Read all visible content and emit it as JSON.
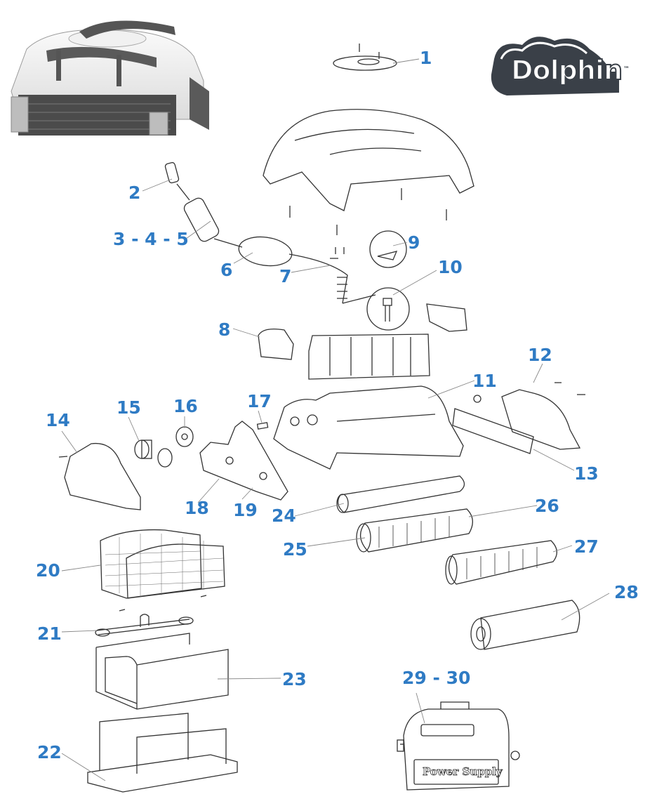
{
  "brand": {
    "logo_text": "Dolphin",
    "trademark": "™",
    "logo_color": "#3a4048"
  },
  "colors": {
    "callout": "#2f7bc4",
    "line": "#333333",
    "leader": "#888888"
  },
  "product_photo": {
    "name": "robotic-pool-cleaner-photo"
  },
  "parts": [
    {
      "label": "1",
      "part": "top-cover-vent"
    },
    {
      "label": "2",
      "part": "swivel-connector"
    },
    {
      "label": "3 - 4 - 5",
      "part": "cable-swivel"
    },
    {
      "label": "6",
      "part": "cable-float"
    },
    {
      "label": "7",
      "part": "cable"
    },
    {
      "label": "8",
      "part": "impeller-cover"
    },
    {
      "label": "9",
      "part": "cable-clamp-detail"
    },
    {
      "label": "10",
      "part": "cable-connector-detail"
    },
    {
      "label": "11",
      "part": "chassis-motor-unit"
    },
    {
      "label": "12",
      "part": "right-side-plate"
    },
    {
      "label": "13",
      "part": "right-track"
    },
    {
      "label": "14",
      "part": "left-side-plate"
    },
    {
      "label": "15",
      "part": "bearing"
    },
    {
      "label": "16",
      "part": "drive-pulley"
    },
    {
      "label": "17",
      "part": "pin"
    },
    {
      "label": "18",
      "part": "left-track"
    },
    {
      "label": "19",
      "part": "track-insert"
    },
    {
      "label": "20",
      "part": "filter-basket"
    },
    {
      "label": "21",
      "part": "basket-handle"
    },
    {
      "label": "22",
      "part": "basket-bottom"
    },
    {
      "label": "23",
      "part": "basket-frame"
    },
    {
      "label": "24",
      "part": "roller"
    },
    {
      "label": "25",
      "part": "brush-ring"
    },
    {
      "label": "26",
      "part": "combined-brush"
    },
    {
      "label": "27",
      "part": "pvc-brush"
    },
    {
      "label": "28",
      "part": "foam-brush"
    },
    {
      "label": "29 - 30",
      "part": "power-supply"
    }
  ],
  "power_supply": {
    "label_text": "Power Supply"
  }
}
